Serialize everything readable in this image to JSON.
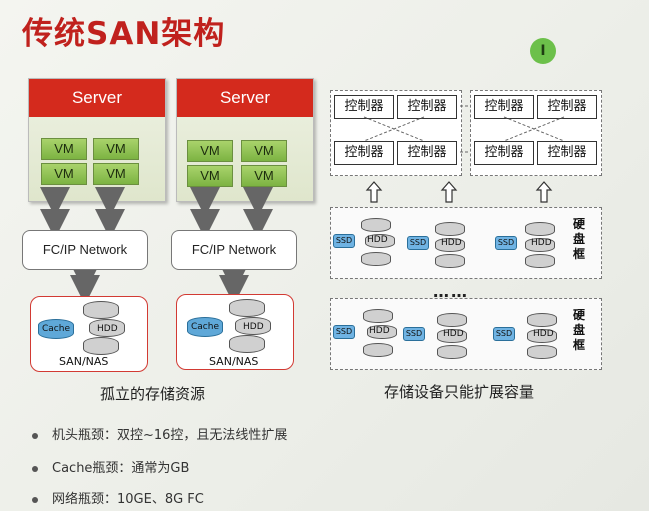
{
  "title": "传统SAN架构",
  "left": {
    "servers": [
      {
        "label": "Server",
        "vms": [
          "VM",
          "VM",
          "VM",
          "VM"
        ],
        "network": "FC/IP Network",
        "cache": "Cache",
        "hdd": "HDD",
        "san": "SAN/NAS"
      },
      {
        "label": "Server",
        "vms": [
          "VM",
          "VM",
          "VM",
          "VM"
        ],
        "network": "FC/IP Network",
        "cache": "Cache",
        "hdd": "HDD",
        "san": "SAN/NAS"
      }
    ],
    "caption": "孤立的存储资源"
  },
  "right": {
    "controllers": [
      "控制器",
      "控制器",
      "控制器",
      "控制器",
      "控制器",
      "控制器",
      "控制器",
      "控制器"
    ],
    "shelves": [
      {
        "ssd": "SSD",
        "hdd": "HDD",
        "label": "硬盘框"
      },
      {
        "ssd": "SSD",
        "hdd": "HDD",
        "label": "硬盘框"
      }
    ],
    "ellipsis": "……",
    "caption": "存储设备只能扩展容量"
  },
  "bullets": [
    "机头瓶颈：双控~16控，且无法线性扩展",
    "Cache瓶颈：通常为GB",
    "网络瓶颈：10GE、8G FC"
  ]
}
